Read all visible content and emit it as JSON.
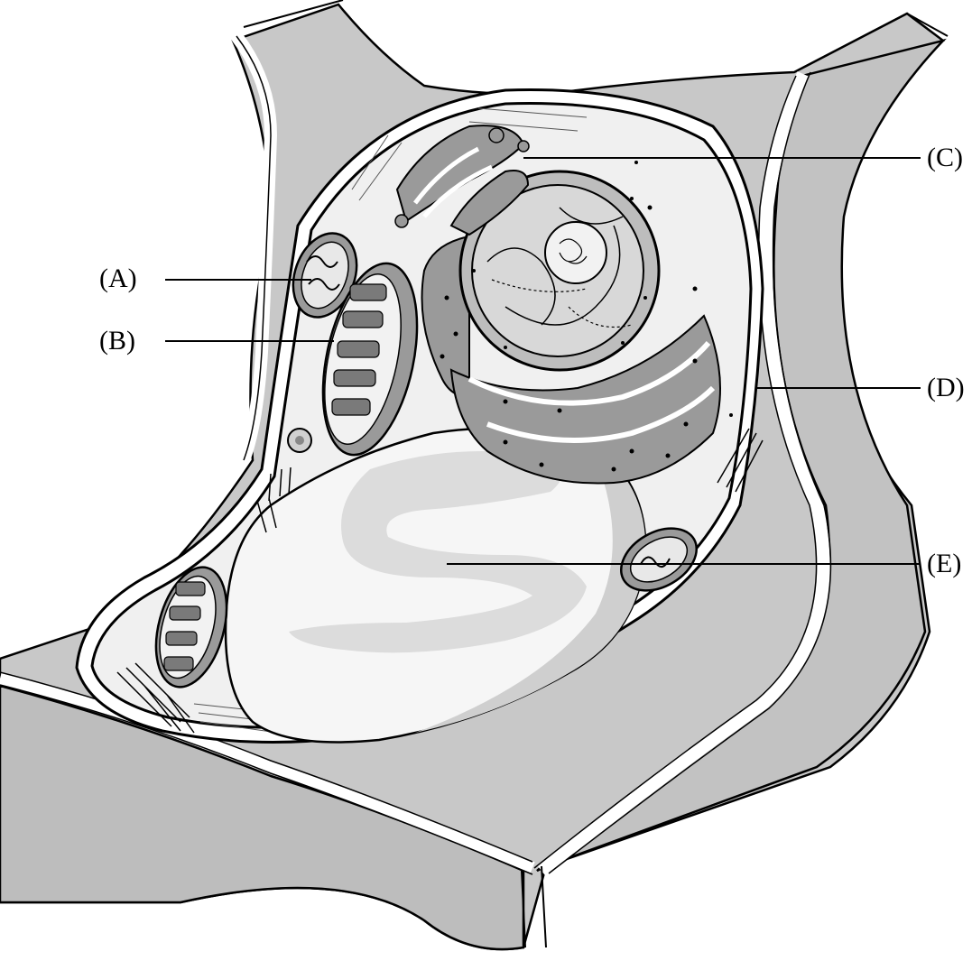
{
  "labels": {
    "a": "(A)",
    "b": "(B)",
    "c": "(C)",
    "d": "(D)",
    "e": "(E)"
  },
  "colors": {
    "wall_gray": "#c8c8c8",
    "cytoplasm": "#f0f0f0",
    "vacuole": "#f6f6f6",
    "vacuole_swirl": "#dcdcdc",
    "organelle_dark": "#7a7a7a",
    "ink": "#000000"
  }
}
